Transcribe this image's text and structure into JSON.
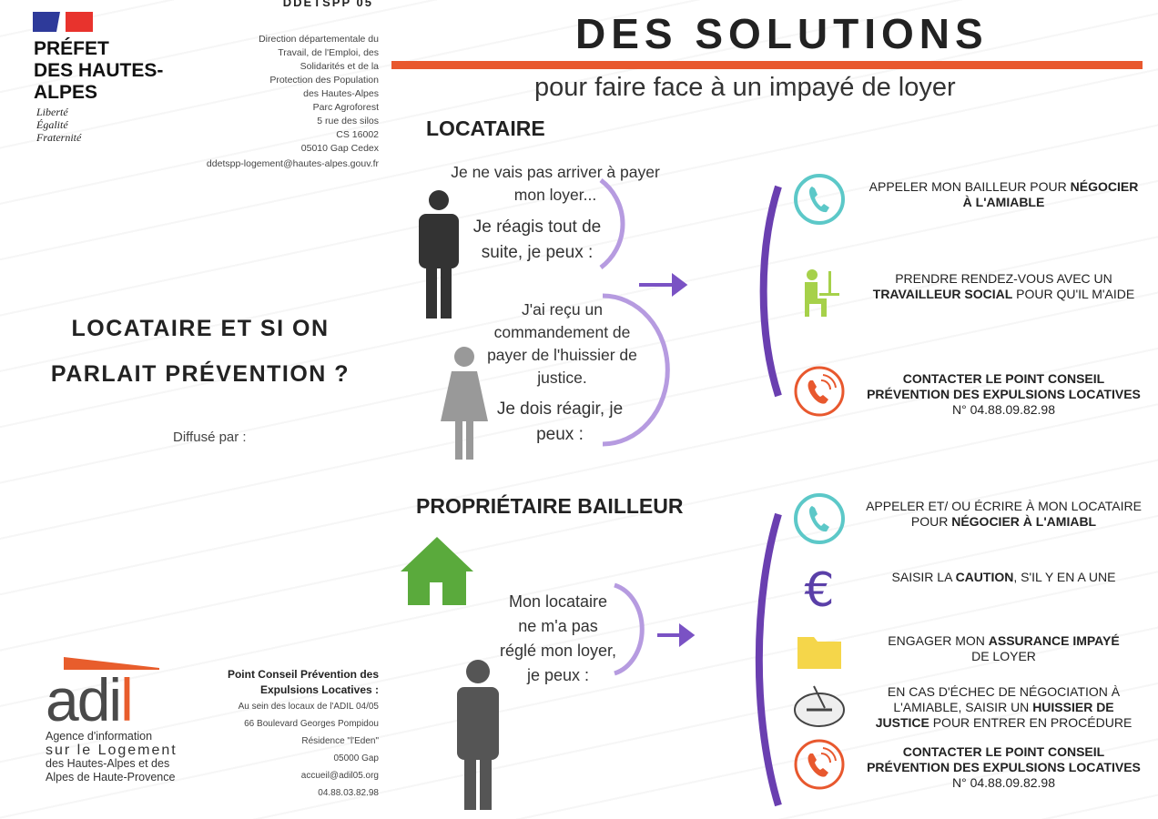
{
  "left_panel": {
    "ddetspp": "DDETSPP 05",
    "prefet_lines": [
      "PRÉFET",
      "DES HAUTES-",
      "ALPES"
    ],
    "devise": [
      "Liberté",
      "Égalité",
      "Fraternité"
    ],
    "address": [
      "Direction départementale du",
      "Travail, de l'Emploi, des",
      "Solidarités et de la",
      "Protection des Population",
      "des Hautes-Alpes",
      "Parc Agroforest",
      "5 rue des silos",
      "CS 16002",
      "05010 Gap Cedex"
    ],
    "email": "ddetspp-logement@hautes-alpes.gouv.fr",
    "title_lines": [
      "LOCATAIRE ET SI ON",
      "PARLAIT PRÉVENTION ?"
    ],
    "diffuse": "Diffusé par :",
    "adil": {
      "logo": "adil",
      "sub": [
        "Agence d'information",
        "sur le Logement",
        "des Hautes-Alpes et des",
        "Alpes de Haute-Provence"
      ]
    },
    "point_conseil": {
      "title": "Point Conseil Prévention des Expulsions Locatives :",
      "lines": [
        "Au sein des locaux de l'ADIL 04/05",
        "66 Boulevard Georges Pompidou",
        "Résidence \"l'Eden\"",
        "05000 Gap",
        "accueil@adil05.org",
        "04.88.03.82.98"
      ]
    }
  },
  "main": {
    "title": "DES SOLUTIONS",
    "subtitle": "pour faire face à un impayé de loyer",
    "accent": "#e8582e",
    "purple": "#6a3fb0",
    "locataire": {
      "heading": "LOCATAIRE",
      "q1a": "Je ne vais pas arriver à payer mon loyer...",
      "q1b": "Je réagis tout de suite, je peux :",
      "q2a": "J'ai reçu un commandement de payer de l'huissier de justice.",
      "q2b": "Je dois réagir, je peux :"
    },
    "proprietaire": {
      "heading": "PROPRIÉTAIRE BAILLEUR",
      "q": "Mon locataire ne m'a pas réglé mon loyer, je peux :"
    },
    "actions_locataire": [
      {
        "icon": "phone-icon",
        "parts": [
          [
            "n",
            "APPELER MON BAILLEUR POUR "
          ],
          [
            "b",
            "NÉGOCIER À L'AMIABLE"
          ]
        ]
      },
      {
        "icon": "social-worker-icon",
        "parts": [
          [
            "n",
            "PRENDRE RENDEZ-VOUS AVEC UN "
          ],
          [
            "b",
            "TRAVAILLEUR SOCIAL"
          ],
          [
            "n",
            " POUR QU'IL M'AIDE"
          ]
        ]
      },
      {
        "icon": "phone-orange-icon",
        "parts": [
          [
            "b",
            "CONTACTER LE POINT CONSEIL PRÉVENTION DES EXPULSIONS LOCATIVES"
          ],
          [
            "n",
            "N° 04.88.09.82.98"
          ]
        ]
      }
    ],
    "actions_proprietaire": [
      {
        "icon": "phone-icon",
        "parts": [
          [
            "n",
            "APPELER ET/ OU ÉCRIRE À MON LOCATAIRE POUR "
          ],
          [
            "b",
            "NÉGOCIER À L'AMIABL"
          ]
        ]
      },
      {
        "icon": "euro-icon",
        "parts": [
          [
            "n",
            "SAISIR LA "
          ],
          [
            "b",
            "CAUTION"
          ],
          [
            "n",
            ", S'IL Y EN A UNE"
          ]
        ]
      },
      {
        "icon": "folder-icon",
        "parts": [
          [
            "n",
            "ENGAGER MON "
          ],
          [
            "b",
            "ASSURANCE IMPAYÉ"
          ],
          [
            "n",
            "DE LOYER"
          ]
        ]
      },
      {
        "icon": "huissier-seal-icon",
        "parts": [
          [
            "n",
            "EN CAS D'ÉCHEC DE NÉGOCIATION À L'AMIABLE, SAISIR UN "
          ],
          [
            "b",
            "HUISSIER DE JUSTICE"
          ],
          [
            "n",
            " POUR ENTRER EN PROCÉDURE"
          ]
        ]
      },
      {
        "icon": "phone-orange-icon",
        "parts": [
          [
            "b",
            "CONTACTER LE POINT CONSEIL PRÉVENTION DES EXPULSIONS LOCATIVES"
          ],
          [
            "n",
            "N° 04.88.09.82.98"
          ]
        ]
      }
    ]
  }
}
